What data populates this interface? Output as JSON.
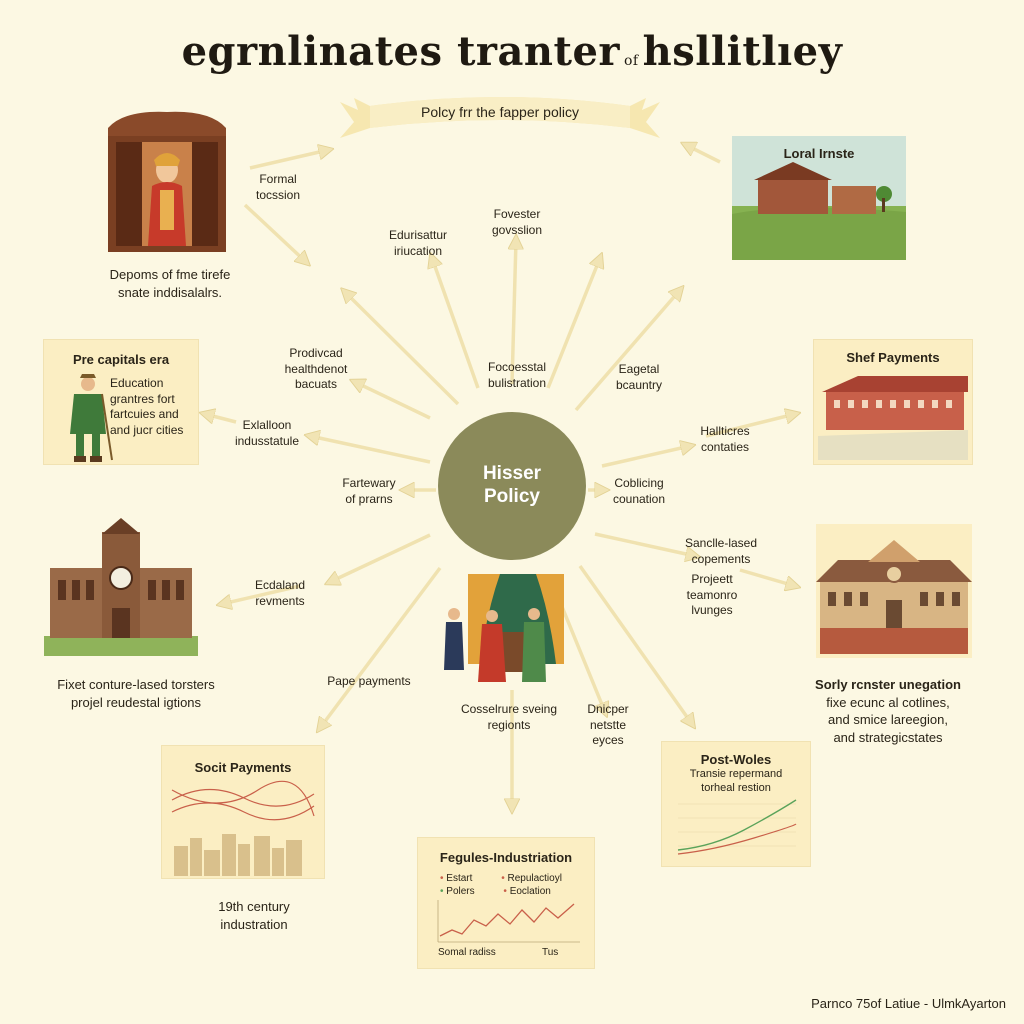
{
  "title": {
    "main_left": "egrnlinates tranter",
    "small": "of",
    "main_right": "hsllitlıey"
  },
  "banner": "Polcy frr the fapper policy",
  "hub": {
    "line1": "Hisser",
    "line2": "Policy"
  },
  "labels": {
    "formal_top": [
      "Formal",
      "tocssion"
    ],
    "educatur": [
      "Edurisattur",
      "iriucation"
    ],
    "forester": [
      "Fovester",
      "govsslion"
    ],
    "predicated": [
      "Prodivcad",
      "healthdenot",
      "bacuats"
    ],
    "focesstal": [
      "Focoesstal",
      "bulistration"
    ],
    "eagatal": [
      "Eagetal",
      "bcauntry"
    ],
    "evaluation": [
      "Exlalloon",
      "indusstatule"
    ],
    "healthcres": [
      "Hallticres",
      "contaties"
    ],
    "factuary": [
      "Fartewary",
      "of prarns"
    ],
    "coblicing": [
      "Coblicing",
      "counation"
    ],
    "schole": [
      "Sanclle-lased",
      "copements"
    ],
    "project_right": [
      "Projeett",
      "teamonro",
      "lvunges"
    ],
    "ecdaland": [
      "Ecdaland",
      "revments"
    ],
    "pape": [
      "Pape payments"
    ],
    "cosselmre": [
      "Cosselrure sveing",
      "regionts"
    ],
    "dnicper": [
      "Dnicper",
      "netstte",
      "eyces"
    ]
  },
  "captions": {
    "depoms": [
      "Depoms of fme tirefe",
      "snate inddisalalrs."
    ],
    "fixet": [
      "Fixet conture-lased torsters",
      "projel reudestal igtions"
    ],
    "sorly": {
      "title": "Sorly rcnster unegation",
      "lines": [
        "fixe ecunc al cotlines,",
        "and smice lareegion,",
        "and strategicstates"
      ]
    },
    "c19": [
      "19th century",
      "industration"
    ]
  },
  "cards": {
    "pre_capitals": {
      "title": "Pre capitals era",
      "lines": [
        "Education",
        "grantres fort",
        "fartcuies and",
        "and jucr cities"
      ]
    },
    "loral": {
      "title": "Loral Irnste"
    },
    "shef": {
      "title": "Shef Payments"
    },
    "social": {
      "title": "Socit Payments"
    },
    "post": {
      "title": "Post-Woles",
      "lines": [
        "Transie repermand",
        "torheal restion"
      ]
    },
    "fegules": {
      "title": "Fegules-Industriation",
      "legend": [
        "Estart",
        "Repulactioyl",
        "Polers",
        "Eoclation"
      ],
      "xlabels": [
        "Somal radiss",
        "Tus"
      ]
    }
  },
  "footer": "Parnco 75of Latiue - UlmkAyarton",
  "colors": {
    "background": "#fcf8e3",
    "hub": "#8b8a5a",
    "arrow": "#f1e4b4",
    "card": "#fbeec3"
  }
}
